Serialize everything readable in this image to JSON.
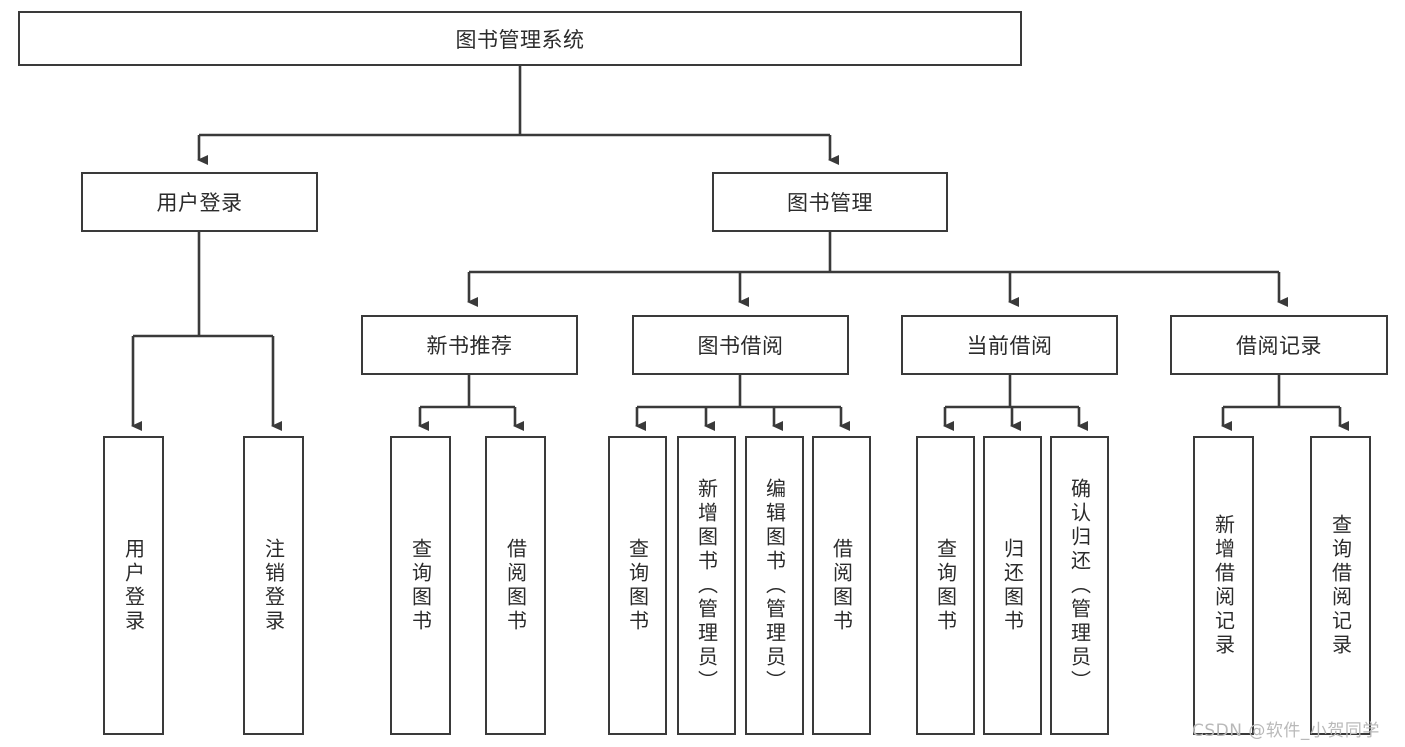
{
  "diagram": {
    "title": "图书管理系统",
    "type": "tree-hierarchy-diagram",
    "root": {
      "label": "图书管理系统"
    },
    "level1": [
      {
        "id": "user-login",
        "label": "用户登录"
      },
      {
        "id": "book-management",
        "label": "图书管理"
      }
    ],
    "level2": [
      {
        "id": "new-book-recommend",
        "label": "新书推荐",
        "parent": "book-management"
      },
      {
        "id": "book-borrow",
        "label": "图书借阅",
        "parent": "book-management"
      },
      {
        "id": "current-borrow",
        "label": "当前借阅",
        "parent": "book-management"
      },
      {
        "id": "borrow-record",
        "label": "借阅记录",
        "parent": "book-management"
      }
    ],
    "leaves": {
      "user_login": [
        {
          "id": "leaf-user-login",
          "label": "用户登录"
        },
        {
          "id": "leaf-user-logout",
          "label": "注销登录"
        }
      ],
      "new_book_recommend": [
        {
          "id": "leaf-query-book-1",
          "label": "查询图书"
        },
        {
          "id": "leaf-borrow-book-1",
          "label": "借阅图书"
        }
      ],
      "book_borrow": [
        {
          "id": "leaf-query-book-2",
          "label": "查询图书"
        },
        {
          "id": "leaf-add-book",
          "label": "新增图书（管理员）"
        },
        {
          "id": "leaf-edit-book",
          "label": "编辑图书（管理员）"
        },
        {
          "id": "leaf-borrow-book-2",
          "label": "借阅图书"
        }
      ],
      "current_borrow": [
        {
          "id": "leaf-query-book-3",
          "label": "查询图书"
        },
        {
          "id": "leaf-return-book",
          "label": "归还图书"
        },
        {
          "id": "leaf-confirm-return",
          "label": "确认归还（管理员）"
        }
      ],
      "borrow_record": [
        {
          "id": "leaf-add-record",
          "label": "新增借阅记录"
        },
        {
          "id": "leaf-query-record",
          "label": "查询借阅记录"
        }
      ]
    }
  },
  "watermark": {
    "text": "CSDN @软件_小贺同学"
  },
  "colors": {
    "box_border": "#3a3a3a",
    "box_fill": "#ffffff",
    "text": "#2b2b2b",
    "connector": "#3a3a3a",
    "watermark": "#b9b9b9",
    "background": "#ffffff"
  }
}
